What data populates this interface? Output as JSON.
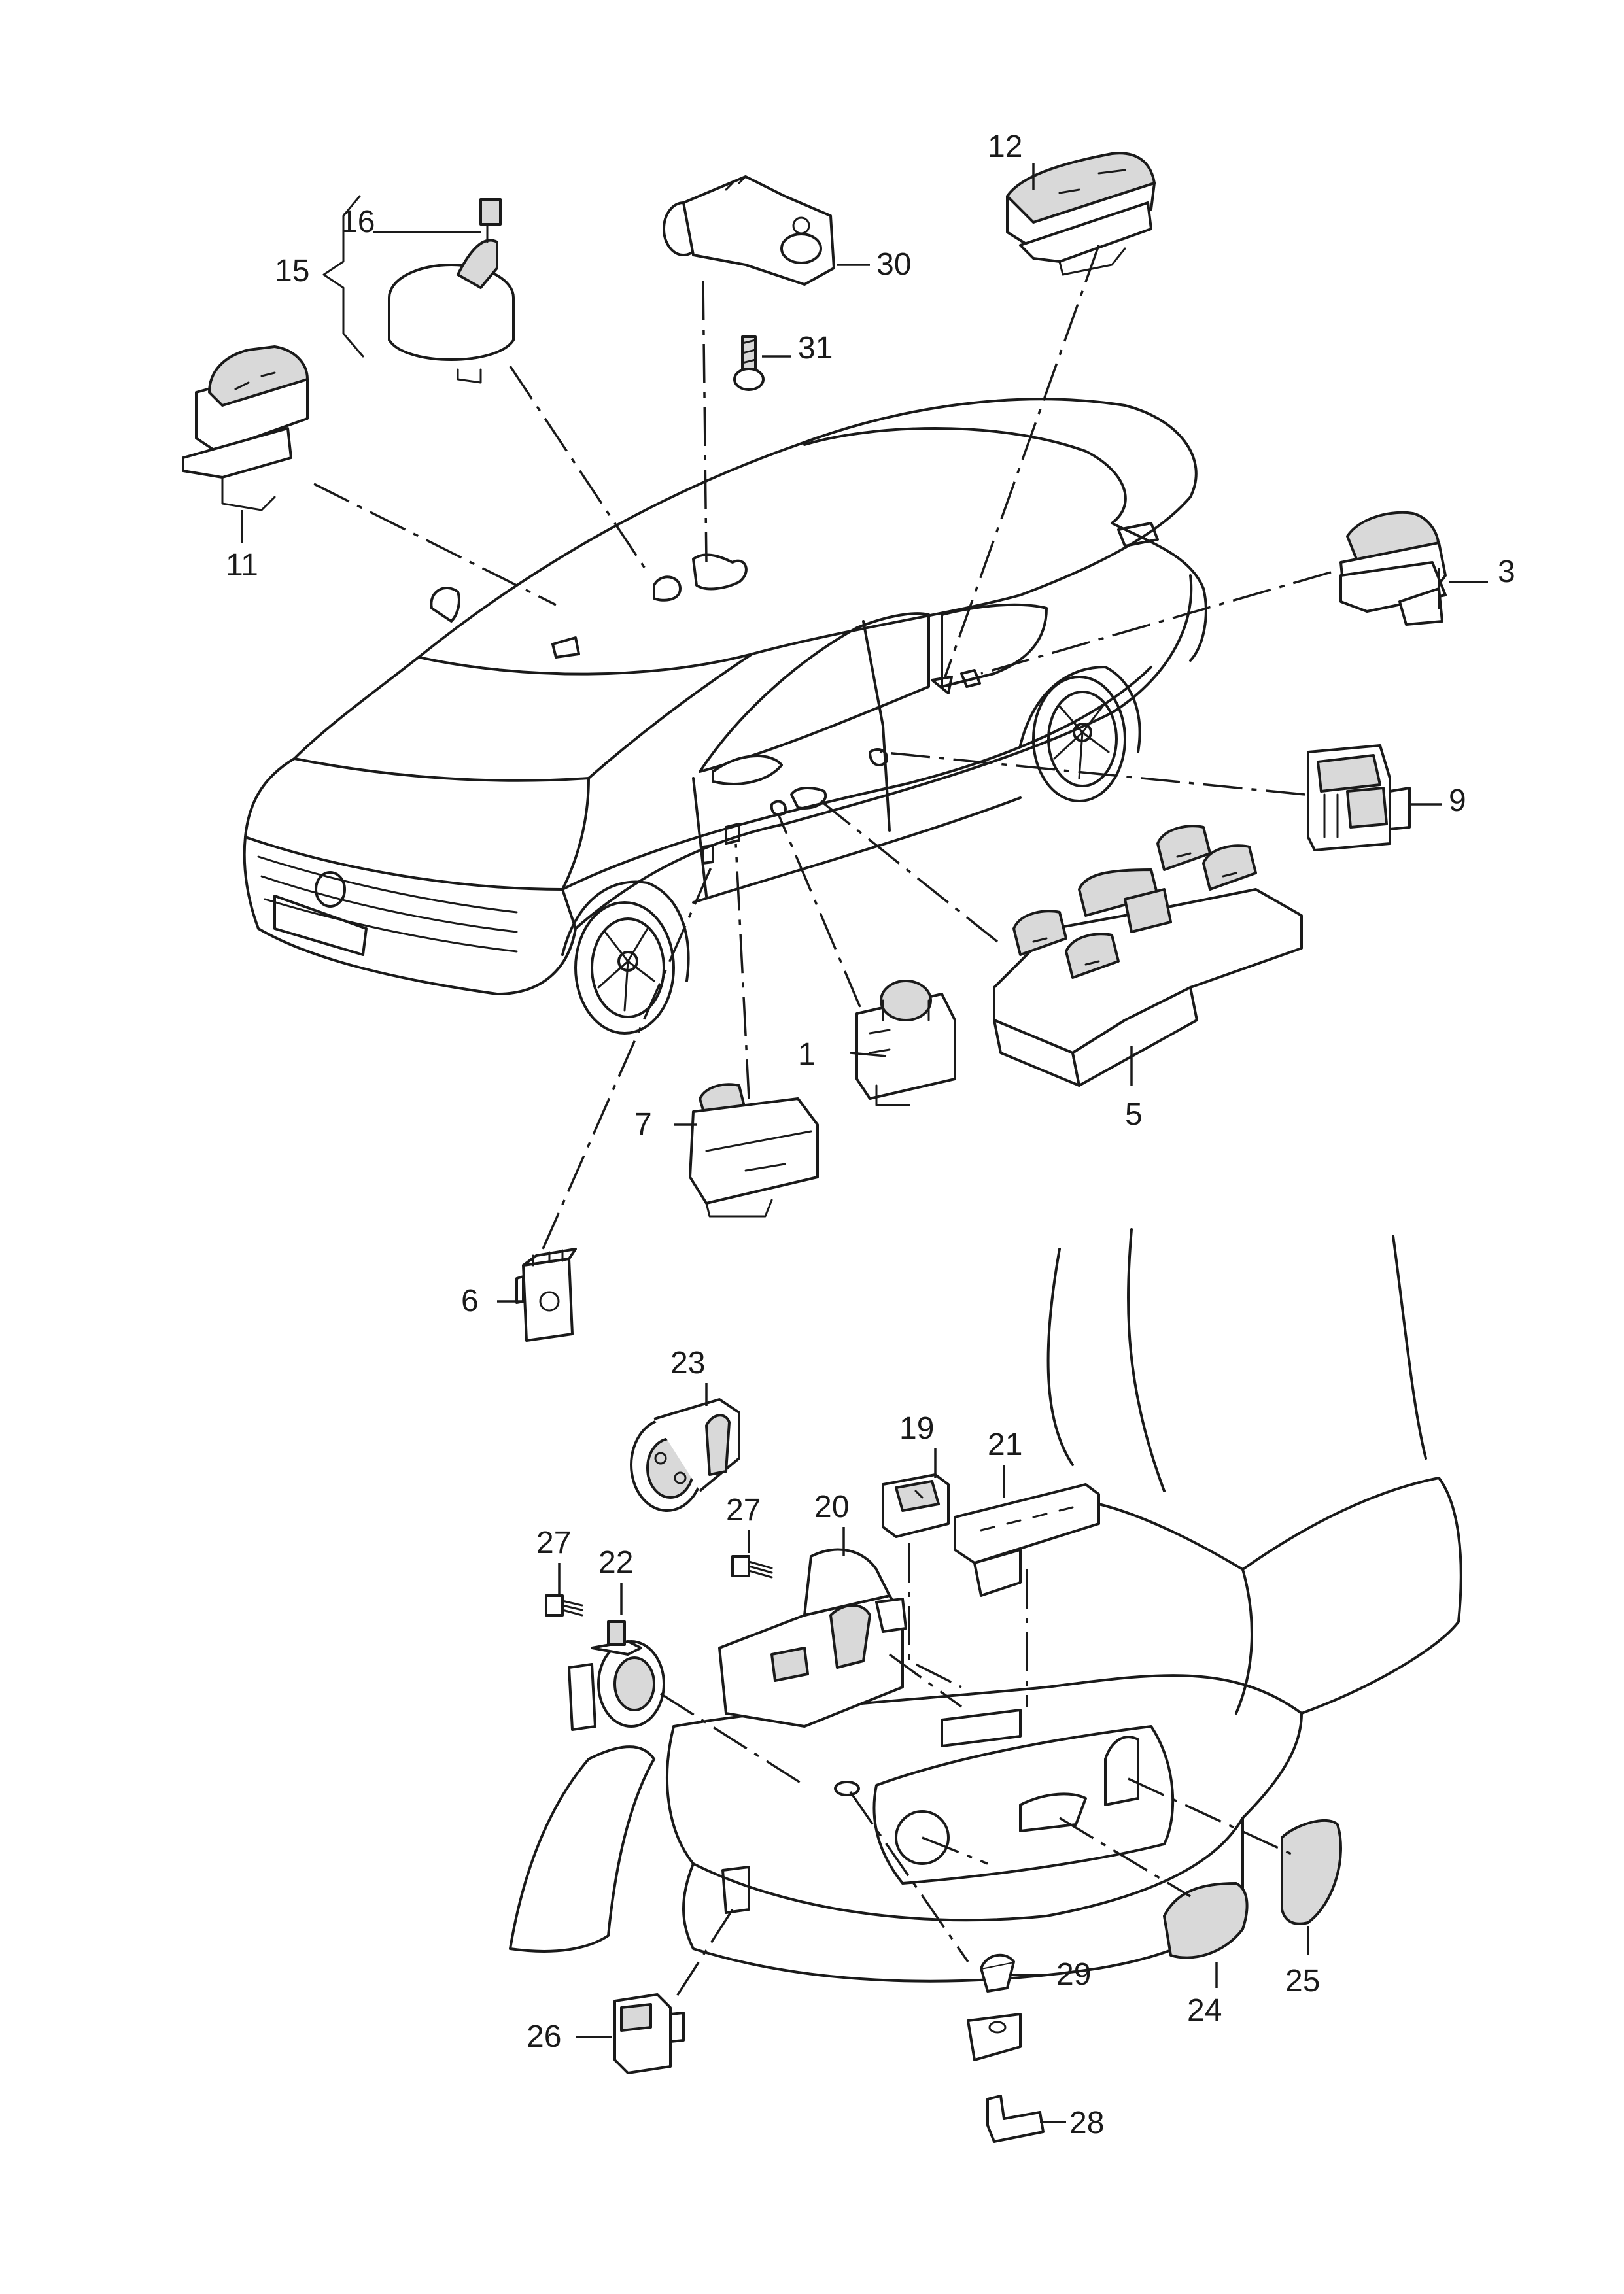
{
  "diagram": {
    "callouts": {
      "n1": "1",
      "n3": "3",
      "n5": "5",
      "n6": "6",
      "n7": "7",
      "n9": "9",
      "n11": "11",
      "n12": "12",
      "n15": "15",
      "n16": "16",
      "n19": "19",
      "n20": "20",
      "n21": "21",
      "n22": "22",
      "n23": "23",
      "n24": "24",
      "n25": "25",
      "n26": "26",
      "n27a": "27",
      "n27b": "27",
      "n28": "28",
      "n29": "29",
      "n30": "30",
      "n31": "31"
    },
    "colors": {
      "line": "#1a1a1a",
      "part_fill": "#d9d9d9",
      "background": "#ffffff"
    }
  }
}
